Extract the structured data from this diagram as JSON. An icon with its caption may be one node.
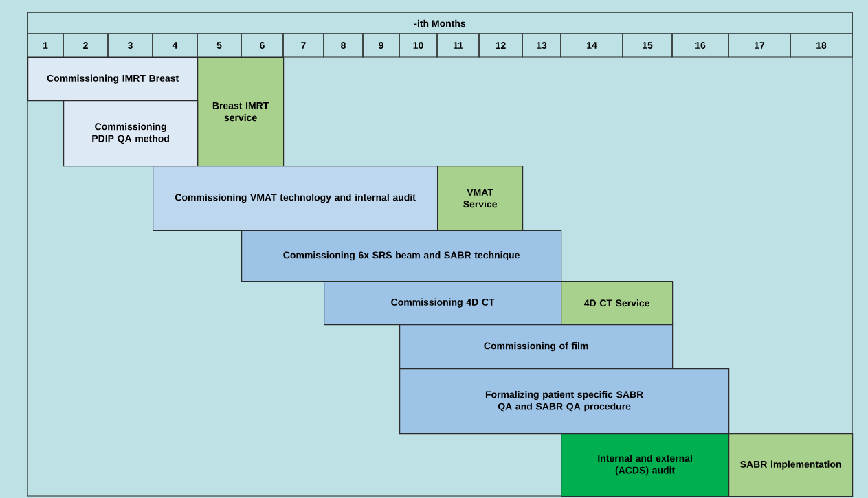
{
  "diagram": {
    "nodes": [
      {
        "text": [
          "Commissioning IMRT Breast"
        ]
      },
      {
        "text": [
          "Breast IMRT service"
        ]
      },
      {
        "text": [
          "Commissioning PDIP QA method"
        ]
      },
      {
        "text": [
          "Commissioning VMAT technology and internal audit"
        ]
      },
      {
        "text": [
          "VMAT Service"
        ]
      },
      {
        "text": [
          "Commissioning 6x SRS beam and SABR technique"
        ]
      },
      {
        "text": [
          "Commissioning 4D CT"
        ]
      },
      {
        "text": [
          "4D CT Service"
        ]
      },
      {
        "text": [
          "Commissioning of film"
        ]
      },
      {
        "text": [
          "Formalizing patient specific SABR QA and SABR QA procedure"
        ]
      },
      {
        "text": [
          "Internal and external (ACDS) audit"
        ]
      },
      {
        "text": [
          "SABR implementation"
        ]
      }
    ],
    "labels": [
      "-ith Months",
      "1",
      "2",
      "3",
      "4",
      "5",
      "6",
      "7",
      "8",
      "9",
      "10",
      "11",
      "12",
      "13",
      "14",
      "15",
      "16",
      "17",
      "18"
    ]
  }
}
